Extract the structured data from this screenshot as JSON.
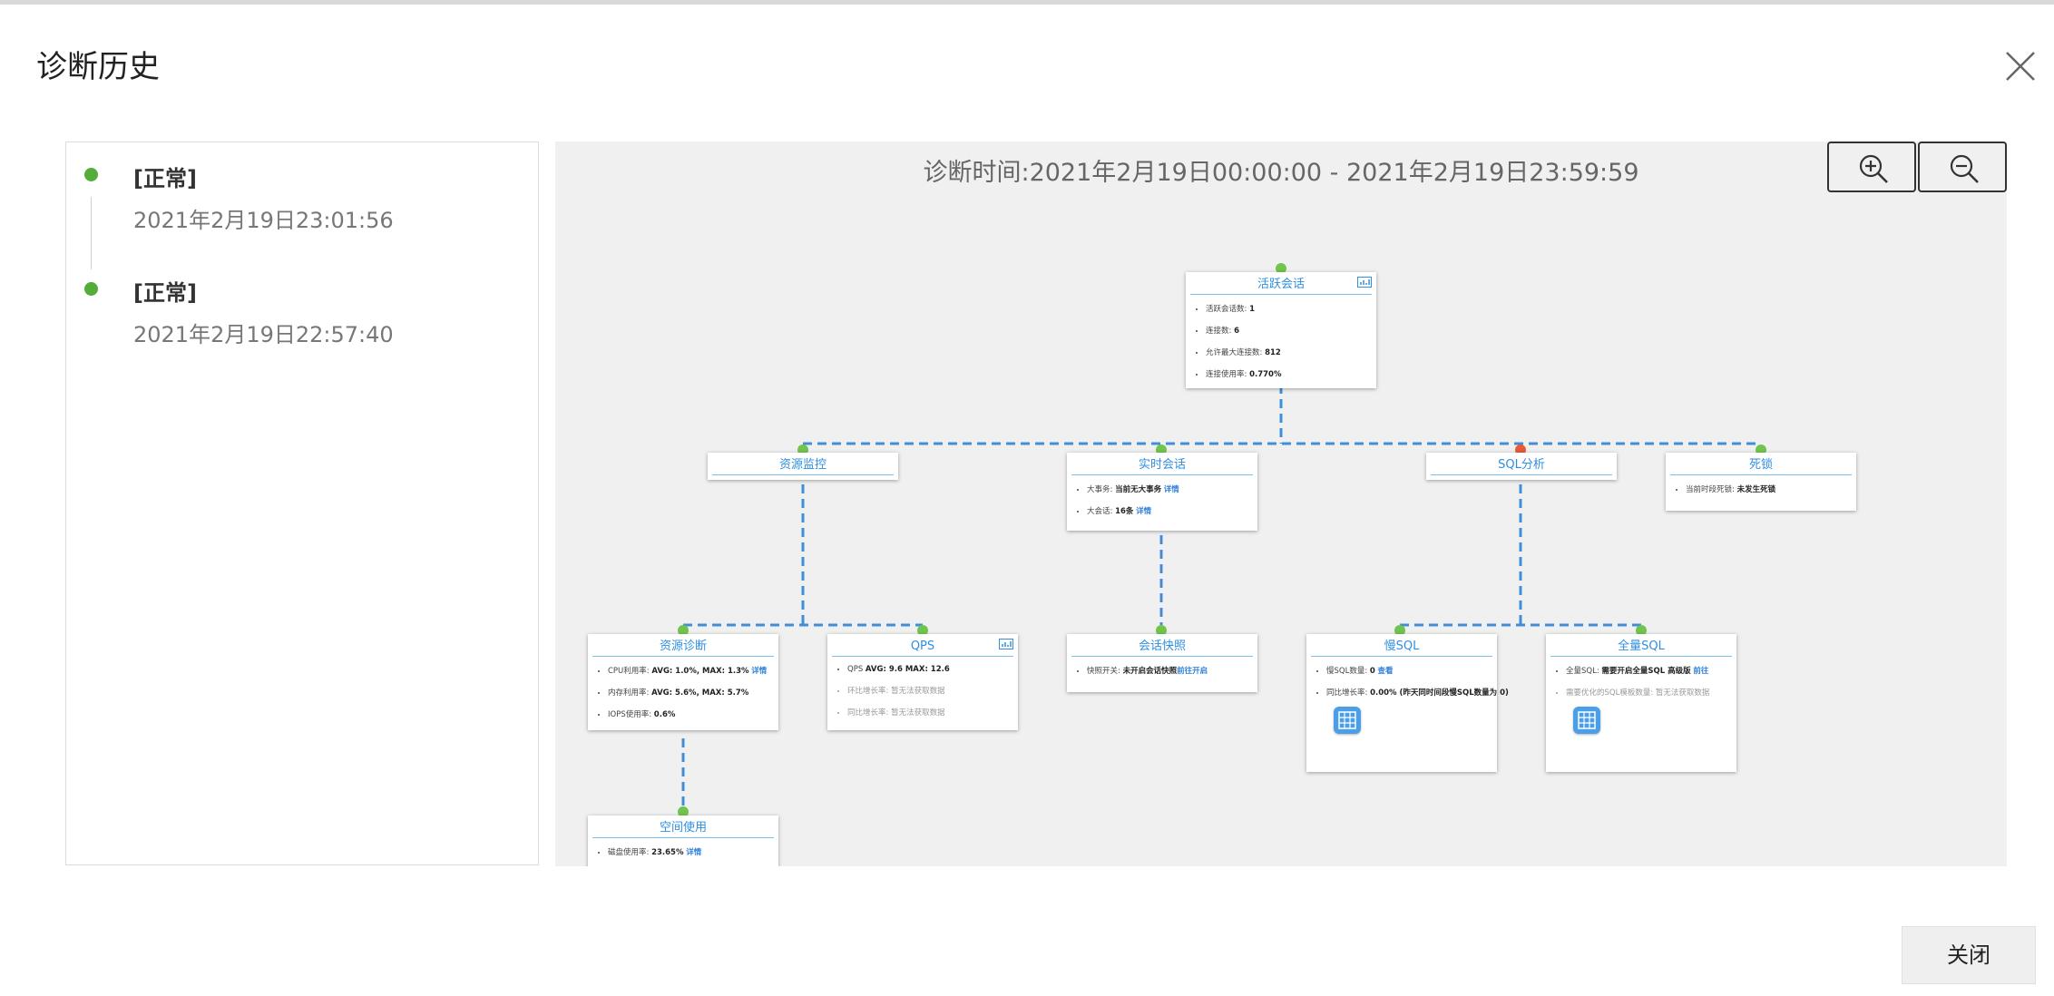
{
  "modal": {
    "title": "诊断历史",
    "close_label": "关闭"
  },
  "history": [
    {
      "status": "[正常]",
      "time": "2021年2月19日23:01:56"
    },
    {
      "status": "[正常]",
      "time": "2021年2月19日22:57:40"
    }
  ],
  "canvas": {
    "title": "诊断时间:2021年2月19日00:00:00 - 2021年2月19日23:59:59",
    "nodes": {
      "active": {
        "title": "活跃会话",
        "items": [
          {
            "label": "活跃会话数: ",
            "value": "1"
          },
          {
            "label": "连接数: ",
            "value": "6"
          },
          {
            "label": "允许最大连接数: ",
            "value": "812"
          },
          {
            "label": "连接使用率: ",
            "value": "0.770%"
          }
        ]
      },
      "monitor": {
        "title": "资源监控"
      },
      "realtime": {
        "title": "实时会话",
        "items": [
          {
            "label": "大事务: ",
            "value": "当前无大事务",
            "link": "详情"
          },
          {
            "label": "大会话: ",
            "value": "16条",
            "link": "详情"
          }
        ]
      },
      "sql": {
        "title": "SQL分析"
      },
      "deadlock": {
        "title": "死锁",
        "items": [
          {
            "label": "当前时段死锁: ",
            "value": "未发生死锁"
          }
        ]
      },
      "diag": {
        "title": "资源诊断",
        "items": [
          {
            "label": "CPU利用率: ",
            "value": "AVG: 1.0%, MAX: 1.3%",
            "link": "详情"
          },
          {
            "label": "内存利用率: ",
            "value": "AVG: 5.6%, MAX: 5.7%"
          },
          {
            "label": "IOPS使用率: ",
            "value": "0.6%"
          }
        ]
      },
      "qps": {
        "title": "QPS",
        "items": [
          {
            "label": "QPS ",
            "value": "AVG: 9.6 MAX: 12.6"
          },
          {
            "label": "环比增长率: 暂无法获取数据"
          },
          {
            "label": "同比增长率: 暂无法获取数据"
          }
        ]
      },
      "snapshot": {
        "title": "会话快照",
        "items": [
          {
            "label": "快照开关: ",
            "value": "未开启会话快照",
            "link": "前往开启"
          }
        ]
      },
      "slow": {
        "title": "慢SQL",
        "items": [
          {
            "label": "慢SQL数量: ",
            "value": "0",
            "link": "查看"
          },
          {
            "label": "同比增长率: ",
            "value": "0.00% (昨天同时间段慢SQL数量为 0)"
          }
        ]
      },
      "full": {
        "title": "全量SQL",
        "items": [
          {
            "label": "全量SQL: ",
            "value": "需要开启全量SQL 高级版",
            "link": "前往"
          },
          {
            "label": "需要优化的SQL模板数量: 暂无法获取数据"
          }
        ]
      },
      "space": {
        "title": "空间使用",
        "items": [
          {
            "label": "磁盘使用率: ",
            "value": "23.65%",
            "link": "详情"
          }
        ]
      }
    }
  },
  "icons": {
    "close": "close-icon",
    "zoom_in": "zoom-in-icon",
    "zoom_out": "zoom-out-icon",
    "chart": "chart-icon",
    "table": "table-icon"
  },
  "colors": {
    "status_ok": "#52ad3a",
    "link": "#2f8fe0",
    "alert": "#e85a3a"
  }
}
